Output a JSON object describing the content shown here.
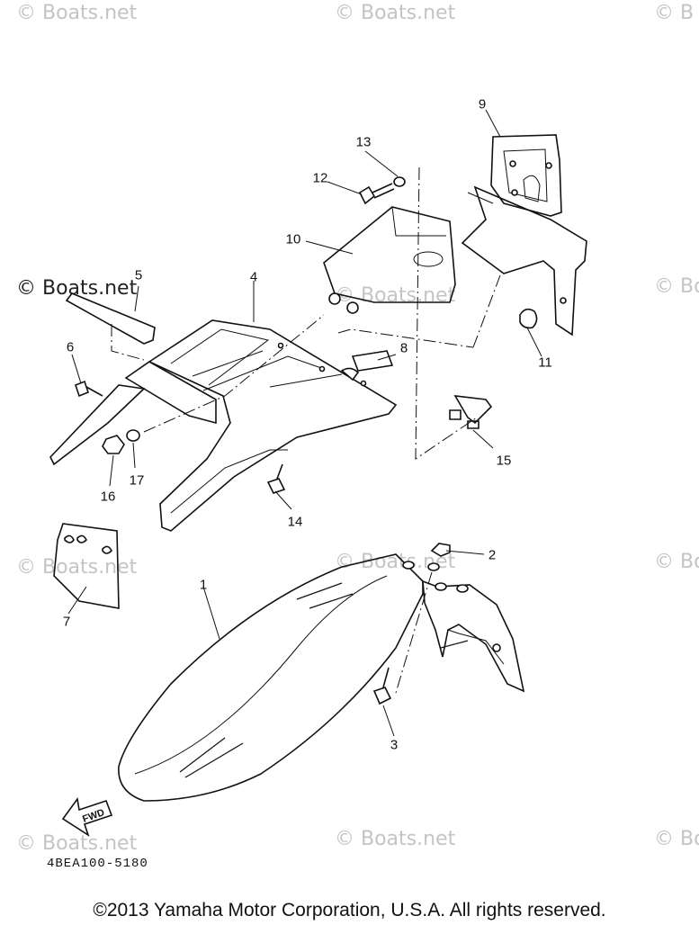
{
  "watermarks": {
    "top_left": "© Boats.net",
    "top_center": "© Boats.net",
    "top_right": "© B",
    "mid_left": "© Boats.net",
    "mid_center": "© Boats.net",
    "mid_right": "© Bo",
    "low_left": "© Boats.net",
    "low_center": "© Boats.net",
    "low_right": "© Bo",
    "bottom_left": "© Boats.net",
    "bottom_center": "© Boats.net",
    "bottom_right": "© Bo"
  },
  "callouts": [
    "1",
    "2",
    "3",
    "4",
    "5",
    "6",
    "7",
    "8",
    "9",
    "10",
    "11",
    "12",
    "13",
    "14",
    "15",
    "16",
    "17"
  ],
  "fwd_label": "FWD",
  "diagram_code": "4BEA100-5180",
  "copyright": "©2013 Yamaha Motor Corporation, U.S.A. All rights reserved."
}
